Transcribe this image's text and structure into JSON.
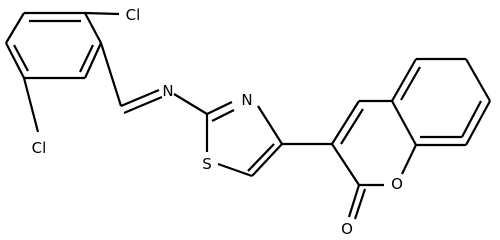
{
  "atom_labels": {
    "cl_top": "Cl",
    "cl_bottom": "Cl",
    "n_imine": "N",
    "n_thiazole": "N",
    "s_thiazole": "S",
    "o_ring": "O",
    "o_carbonyl": "O"
  },
  "colors": {
    "bond": "#000000",
    "background": "#ffffff"
  }
}
